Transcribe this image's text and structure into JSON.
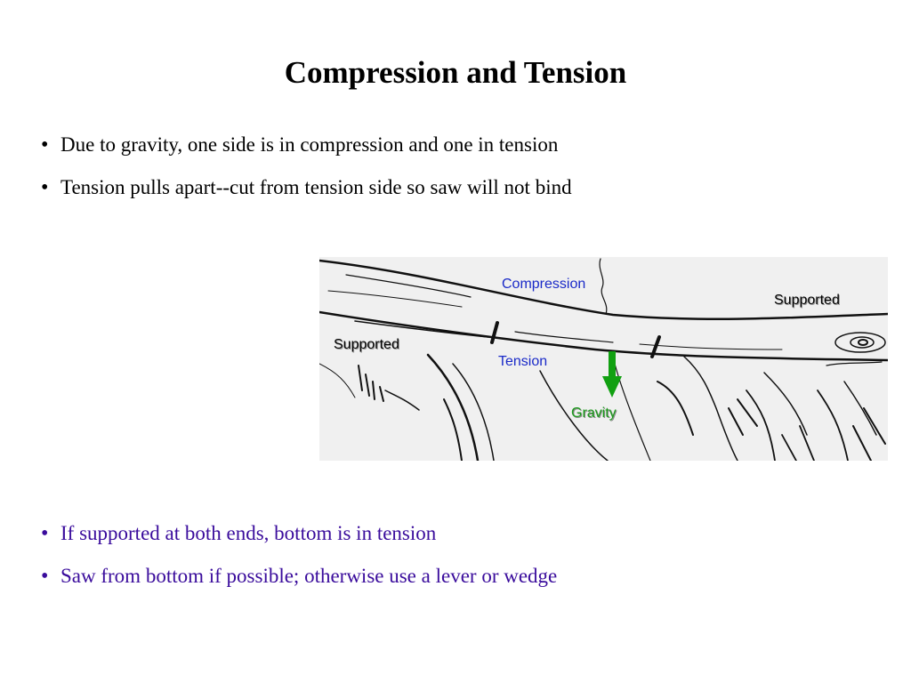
{
  "slide": {
    "title": "Compression and Tension",
    "bullets_top": [
      "Due to gravity, one side is in compression and one in tension",
      "Tension pulls apart--cut from tension side so saw will not bind"
    ],
    "bullets_bottom": [
      "If supported at both ends, bottom is in tension",
      "Saw from bottom if possible; otherwise use a lever or wedge"
    ],
    "bullet_symbol": "•"
  },
  "figure": {
    "labels": {
      "compression": "Compression",
      "tension": "Tension",
      "supported_right": "Supported",
      "supported_left": "Supported",
      "gravity": "Gravity"
    },
    "icons": {
      "gravity_arrow": "arrow-down-icon"
    }
  },
  "colors": {
    "text": "#000000",
    "accent_bullets": "#3a0c9c",
    "figure_label_blue": "#1a2ac8",
    "gravity_green": "#1a9a1a",
    "figure_background": "#f0f0f0"
  }
}
